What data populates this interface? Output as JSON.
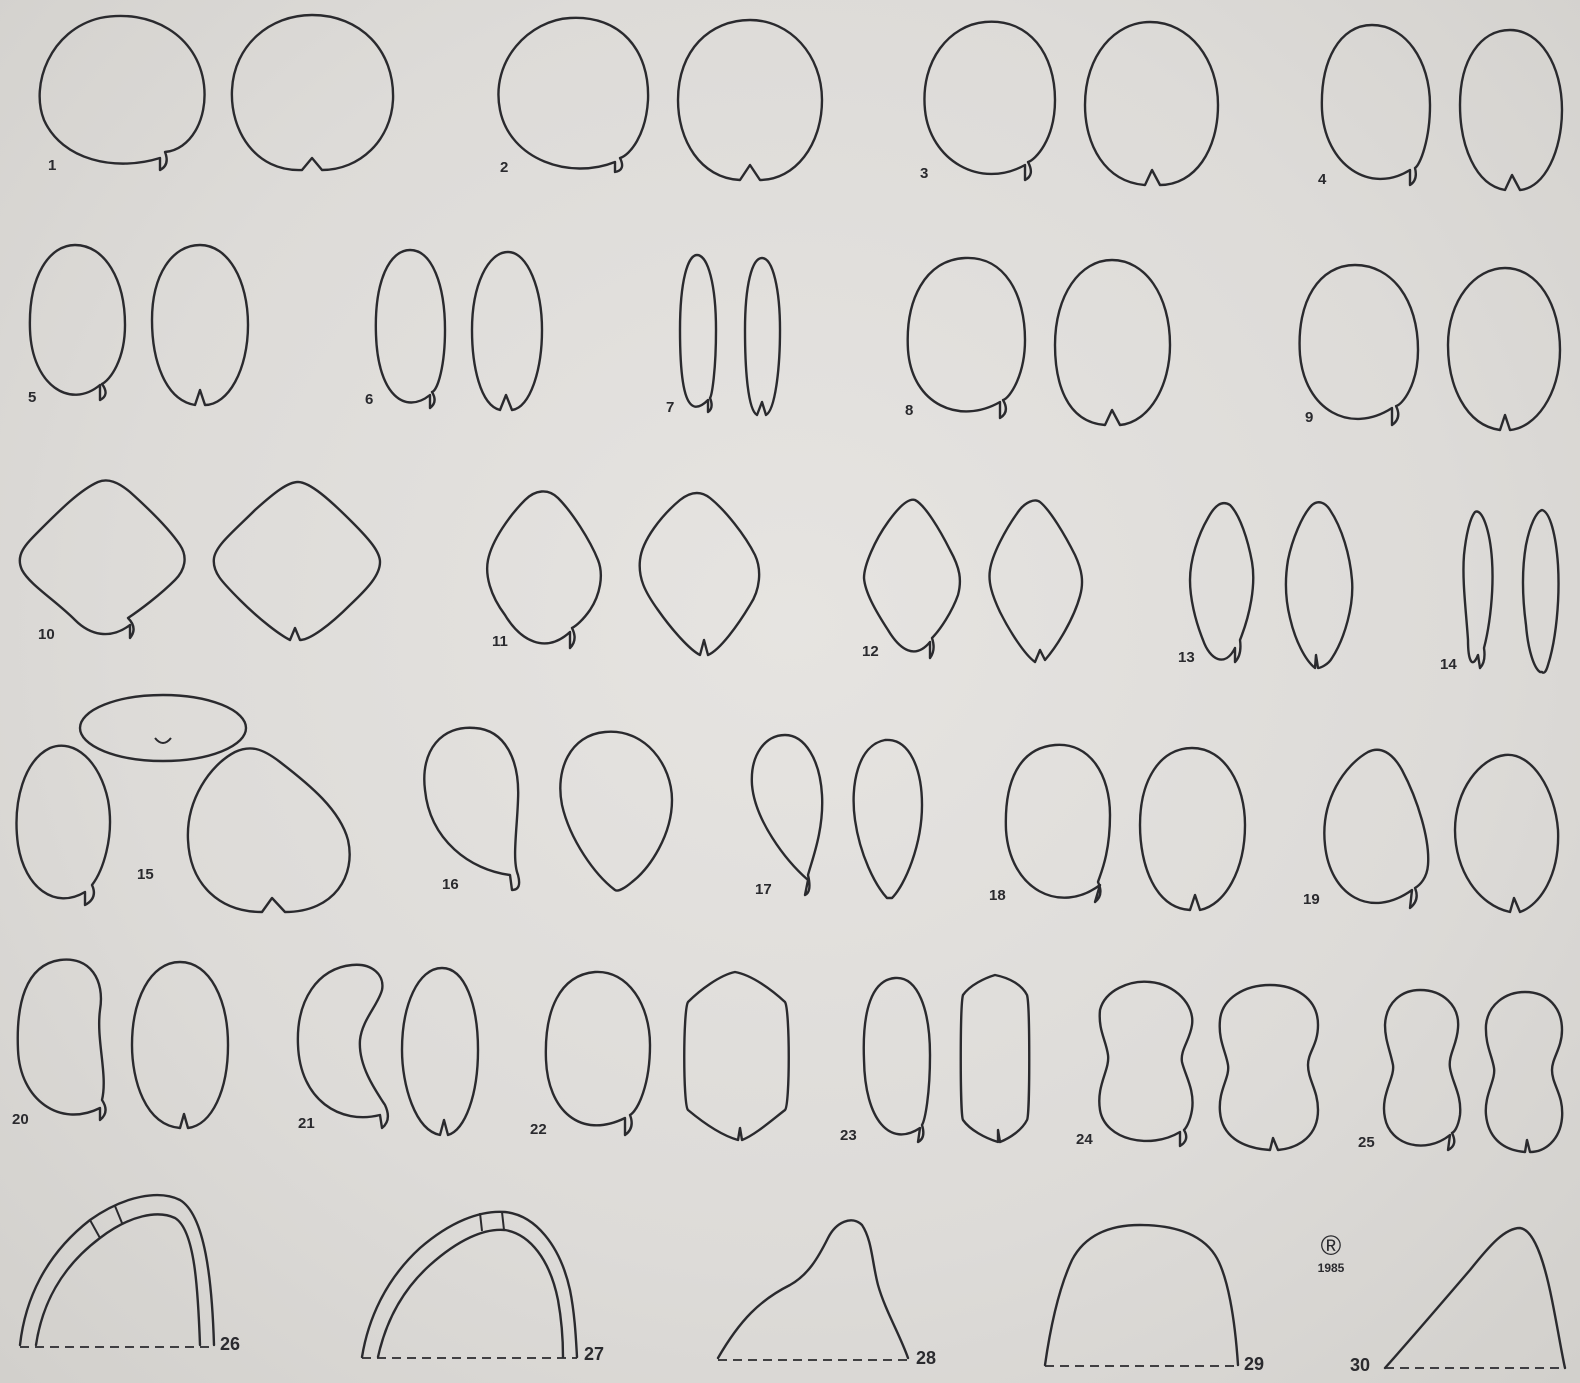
{
  "figures": [
    {
      "id": "1",
      "label": "1"
    },
    {
      "id": "2",
      "label": "2"
    },
    {
      "id": "3",
      "label": "3"
    },
    {
      "id": "4",
      "label": "4"
    },
    {
      "id": "5",
      "label": "5"
    },
    {
      "id": "6",
      "label": "6"
    },
    {
      "id": "7",
      "label": "7"
    },
    {
      "id": "8",
      "label": "8"
    },
    {
      "id": "9",
      "label": "9"
    },
    {
      "id": "10",
      "label": "10"
    },
    {
      "id": "11",
      "label": "11"
    },
    {
      "id": "12",
      "label": "12"
    },
    {
      "id": "13",
      "label": "13"
    },
    {
      "id": "14",
      "label": "14"
    },
    {
      "id": "15",
      "label": "15"
    },
    {
      "id": "16",
      "label": "16"
    },
    {
      "id": "17",
      "label": "17"
    },
    {
      "id": "18",
      "label": "18"
    },
    {
      "id": "19",
      "label": "19"
    },
    {
      "id": "20",
      "label": "20"
    },
    {
      "id": "21",
      "label": "21"
    },
    {
      "id": "22",
      "label": "22"
    },
    {
      "id": "23",
      "label": "23"
    },
    {
      "id": "24",
      "label": "24"
    },
    {
      "id": "25",
      "label": "25"
    },
    {
      "id": "26",
      "label": "26"
    },
    {
      "id": "27",
      "label": "27"
    },
    {
      "id": "28",
      "label": "28"
    },
    {
      "id": "29",
      "label": "29"
    },
    {
      "id": "30",
      "label": "30"
    }
  ],
  "copyright": {
    "mark": "®",
    "year": "1985"
  },
  "colors": {
    "ink": "#2a2a2e",
    "paper": "#dcdad7"
  }
}
